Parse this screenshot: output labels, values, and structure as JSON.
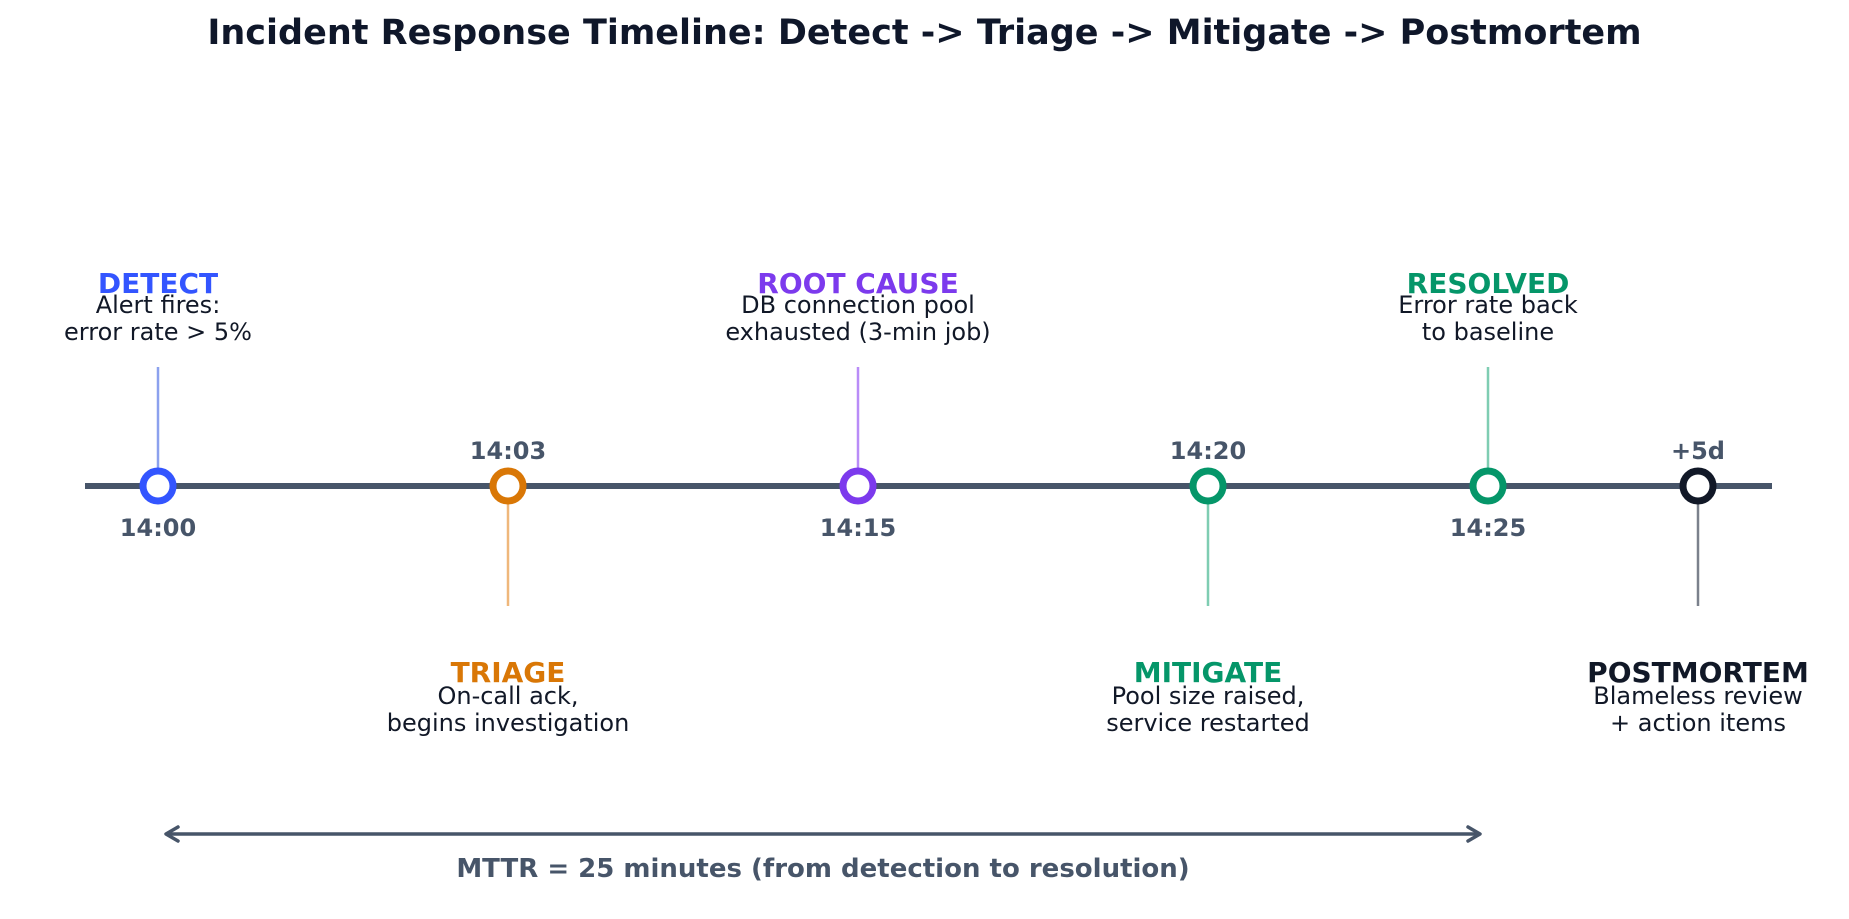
{
  "title": "Incident Response Timeline: Detect -> Triage -> Mitigate -> Postmortem",
  "axis_color": "#475569",
  "events": [
    {
      "id": "detect",
      "phase": "DETECT",
      "time": "14:00",
      "desc": [
        "Alert fires:",
        "error rate > 5%"
      ],
      "color": "#3355ff",
      "stem_color": "#8ca1ee",
      "label_side": "above"
    },
    {
      "id": "triage",
      "phase": "TRIAGE",
      "time": "14:03",
      "desc": [
        "On-call ack,",
        "begins investigation"
      ],
      "color": "#d97706",
      "stem_color": "#efb77b",
      "label_side": "below"
    },
    {
      "id": "root-cause",
      "phase": "ROOT CAUSE",
      "time": "14:15",
      "desc": [
        "DB connection pool",
        "exhausted (3-min job)"
      ],
      "color": "#7c3aed",
      "stem_color": "#b98cf8",
      "label_side": "above"
    },
    {
      "id": "mitigate",
      "phase": "MITIGATE",
      "time": "14:20",
      "desc": [
        "Pool size raised,",
        "service restarted"
      ],
      "color": "#059669",
      "stem_color": "#7fcdb2",
      "label_side": "below"
    },
    {
      "id": "resolved",
      "phase": "RESOLVED",
      "time": "14:25",
      "desc": [
        "Error rate back",
        "to baseline"
      ],
      "color": "#059669",
      "stem_color": "#7fcdb2",
      "label_side": "above"
    },
    {
      "id": "postmortem",
      "phase": "POSTMORTEM",
      "time": "+5d",
      "desc": [
        "Blameless review",
        "+ action items"
      ],
      "color": "#111827",
      "stem_color": "#7b818c",
      "label_side": "below"
    }
  ],
  "mttr": {
    "label": "MTTR = 25 minutes (from detection to resolution)",
    "from_event": "detect",
    "to_event": "resolved"
  }
}
